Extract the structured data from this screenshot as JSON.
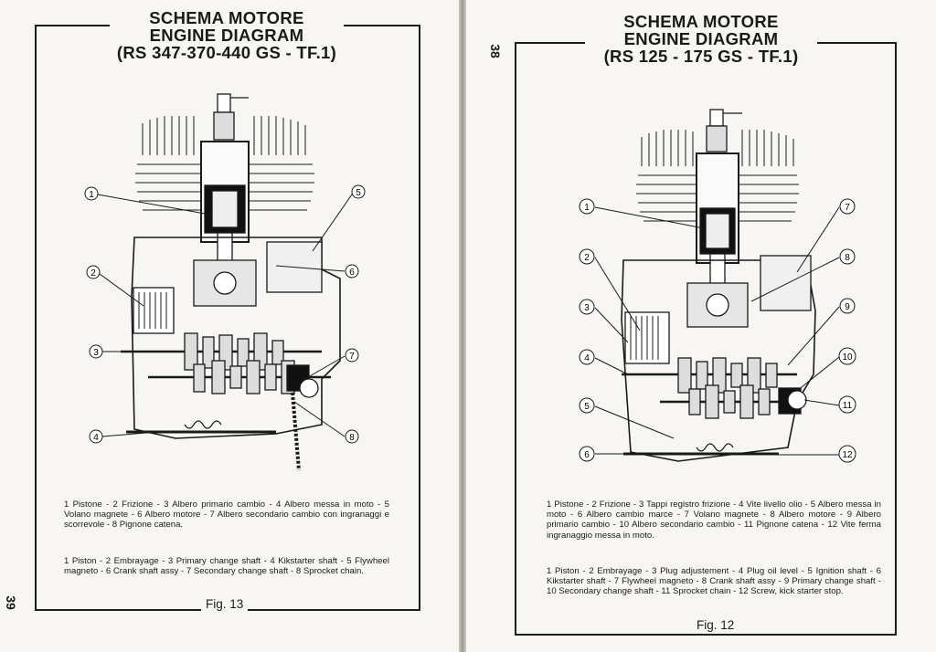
{
  "left_page": {
    "page_number": "39",
    "title": [
      "SCHEMA MOTORE",
      "ENGINE DIAGRAM",
      "(RS 347-370-440 GS - TF.1)"
    ],
    "callouts": [
      "1",
      "2",
      "3",
      "4",
      "5",
      "6",
      "7",
      "8"
    ],
    "caption_it": "1 Pistone - 2 Frizione - 3 Albero primario cambio - 4 Albero messa in moto - 5 Volano magnete - 6 Albero motore - 7 Albero secondario cambio con ingranaggi e scorrevole - 8 Pignone catena.",
    "caption_en": "1 Piston - 2 Embrayage - 3 Primary change shaft - 4 Kikstarter shaft - 5 Flywheel magneto - 6 Crank shaft assy - 7 Secondary change shaft - 8 Sprocket chain.",
    "figure_label": "Fig. 13"
  },
  "right_page": {
    "page_number": "38",
    "title": [
      "SCHEMA MOTORE",
      "ENGINE DIAGRAM",
      "(RS 125 - 175 GS - TF.1)"
    ],
    "callouts": [
      "1",
      "2",
      "3",
      "4",
      "5",
      "6",
      "7",
      "8",
      "9",
      "10",
      "11",
      "12"
    ],
    "caption_it": "1 Pistone - 2 Frizione - 3 Tappi registro frizione - 4 Vite livello olio - 5 Albero messa in moto - 6 Albero cambio marce - 7 Volano magnete - 8 Albero motore - 9 Albero primario cambio - 10 Albero secondario cambio - 11 Pignone catena - 12 Vite ferma ingranaggio messa in moto.",
    "caption_en": "1 Piston - 2 Embrayage - 3 Plug adjustement - 4 Plug oil level - 5 Ignition shaft - 6 Kikstarter shaft - 7 Flywheel magneto - 8 Crank shaft assy - 9 Primary change shaft - 10 Secondary change shaft - 11 Sprocket chain - 12 Screw, kick starter stop.",
    "figure_label": "Fig. 12"
  }
}
